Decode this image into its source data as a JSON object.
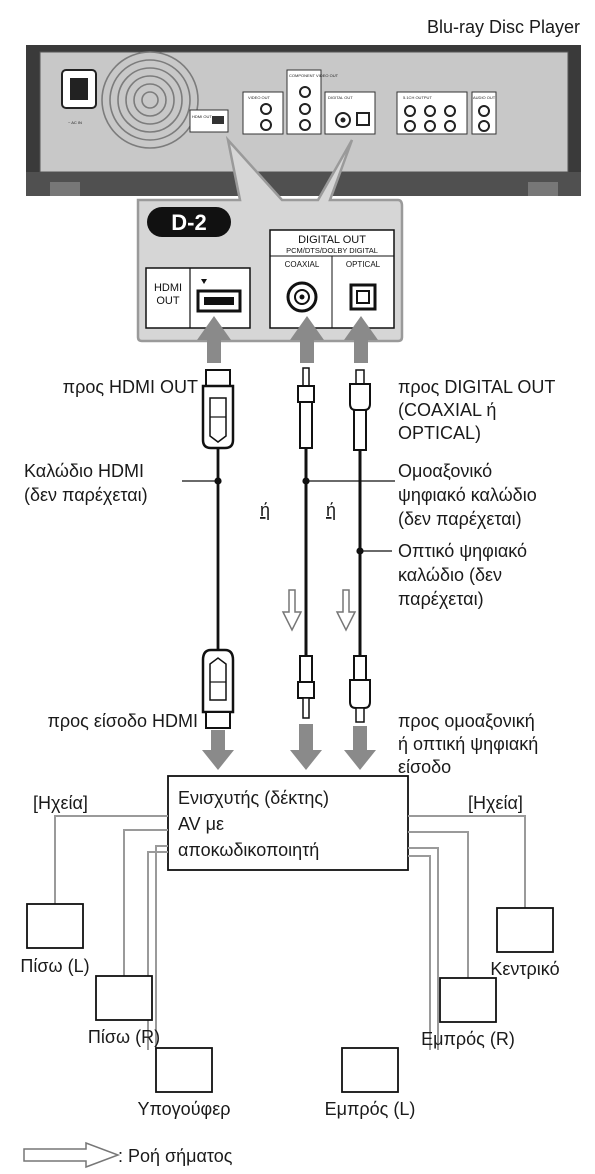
{
  "player": {
    "title": "Blu-ray Disc Player",
    "ac_in": "~ AC IN",
    "hdmi_out": "HDMI OUT",
    "video_out": "VIDEO OUT",
    "component_video_out": "COMPONENT VIDEO OUT",
    "digital_out_small": "DIGITAL OUT",
    "ch_output": "5.1CH OUTPUT",
    "audio_out": "AUDIO OUT"
  },
  "panel": {
    "badge": "D-2",
    "hdmi_line1": "HDMI",
    "hdmi_line2": "OUT",
    "digital_out_title": "DIGITAL OUT",
    "digital_out_sub": "PCM/DTS/DOLBY DIGITAL",
    "coaxial": "COAXIAL",
    "optical": "OPTICAL"
  },
  "labels": {
    "to_hdmi_out": "προς HDMI OUT",
    "to_digital_out_1": "προς DIGITAL OUT",
    "to_digital_out_2": "(COAXIAL ή",
    "to_digital_out_3": "OPTICAL)",
    "hdmi_cable_1": "Καλώδιο HDMI",
    "hdmi_cable_2": "(δεν παρέχεται)",
    "or_1": "ή",
    "or_2": "ή",
    "coax_cable_1": "Ομοαξονικό",
    "coax_cable_2": "ψηφιακό καλώδιο",
    "coax_cable_3": "(δεν παρέχεται)",
    "opt_cable_1": "Οπτικό ψηφιακό",
    "opt_cable_2": "καλώδιο (δεν",
    "opt_cable_3": "παρέχεται)",
    "to_hdmi_input": "προς είσοδο HDMI",
    "to_digital_in_1": "προς ομοαξονική",
    "to_digital_in_2": "ή οπτική ψηφιακή",
    "to_digital_in_3": "είσοδο"
  },
  "amplifier": {
    "line1": "Ενισχυτής (δέκτης)",
    "line2": "AV με",
    "line3": "αποκωδικοποιητή"
  },
  "speakers": {
    "group_left": "[Ηχεία]",
    "group_right": "[Ηχεία]",
    "rear_l": "Πίσω (L)",
    "rear_r": "Πίσω (R)",
    "subwoofer": "Υπογούφερ",
    "center": "Κεντρικό",
    "front_r": "Εμπρός (R)",
    "front_l": "Εμπρός (L)"
  },
  "legend": {
    "signal_flow": ": Ροή σήματος"
  },
  "colors": {
    "player_body": "#c8c8c8",
    "panel_fill": "#d6d6d6",
    "arrow_gray": "#8a8a8a",
    "line_gray": "#9a9a9a"
  }
}
